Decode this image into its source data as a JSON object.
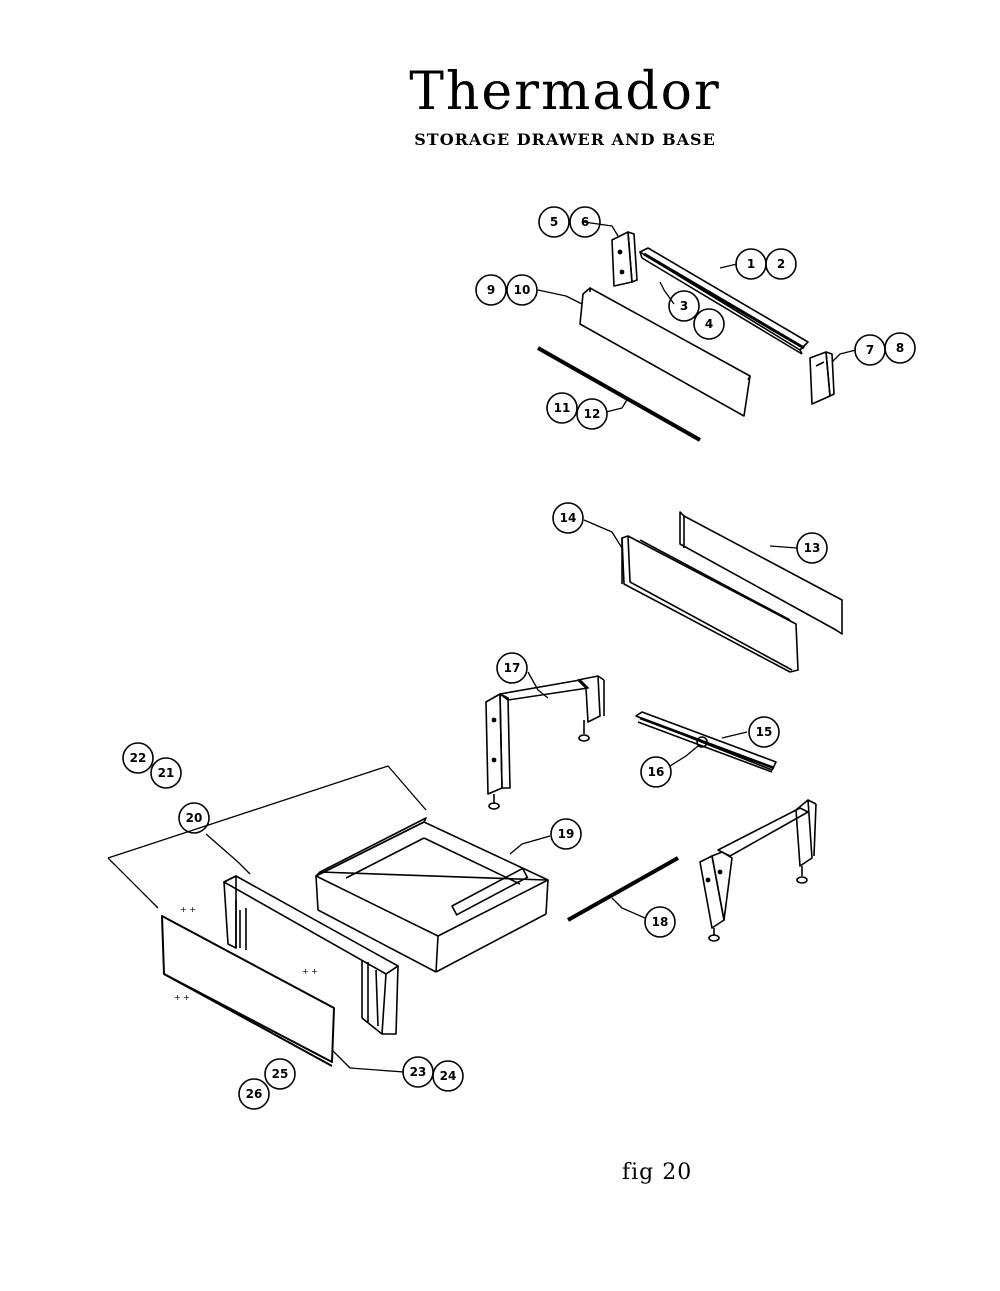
{
  "header": {
    "brand": "Thermador",
    "subtitle": "STORAGE DRAWER AND BASE"
  },
  "footer": {
    "fig_label": "fig  20"
  },
  "callouts": [
    {
      "id": "c5",
      "label": "5"
    },
    {
      "id": "c6",
      "label": "6"
    },
    {
      "id": "c1",
      "label": "1"
    },
    {
      "id": "c2",
      "label": "2"
    },
    {
      "id": "c3",
      "label": "3"
    },
    {
      "id": "c4",
      "label": "4"
    },
    {
      "id": "c9",
      "label": "9"
    },
    {
      "id": "c10",
      "label": "10"
    },
    {
      "id": "c7",
      "label": "7"
    },
    {
      "id": "c8",
      "label": "8"
    },
    {
      "id": "c11",
      "label": "11"
    },
    {
      "id": "c12",
      "label": "12"
    },
    {
      "id": "c14",
      "label": "14"
    },
    {
      "id": "c13",
      "label": "13"
    },
    {
      "id": "c17",
      "label": "17"
    },
    {
      "id": "c15",
      "label": "15"
    },
    {
      "id": "c16",
      "label": "16"
    },
    {
      "id": "c22",
      "label": "22"
    },
    {
      "id": "c21",
      "label": "21"
    },
    {
      "id": "c20",
      "label": "20"
    },
    {
      "id": "c19",
      "label": "19"
    },
    {
      "id": "c18",
      "label": "18"
    },
    {
      "id": "c23",
      "label": "23"
    },
    {
      "id": "c24",
      "label": "24"
    },
    {
      "id": "c25",
      "label": "25"
    },
    {
      "id": "c26",
      "label": "26"
    }
  ]
}
